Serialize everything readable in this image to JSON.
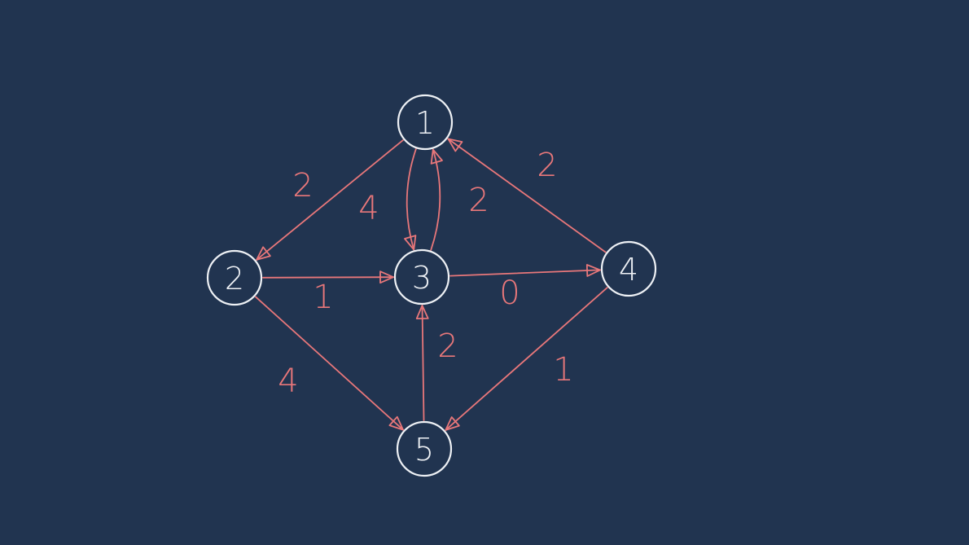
{
  "graph": {
    "colors": {
      "background": "#213450",
      "node": "#eef1f5",
      "edge": "#e8777a"
    },
    "nodes": [
      {
        "id": "1",
        "label": "1"
      },
      {
        "id": "2",
        "label": "2"
      },
      {
        "id": "3",
        "label": "3"
      },
      {
        "id": "4",
        "label": "4"
      },
      {
        "id": "5",
        "label": "5"
      }
    ],
    "edges": [
      {
        "from": "1",
        "to": "2",
        "weight": "2"
      },
      {
        "from": "1",
        "to": "3",
        "weight": "4"
      },
      {
        "from": "3",
        "to": "1",
        "weight": "2"
      },
      {
        "from": "4",
        "to": "1",
        "weight": "2"
      },
      {
        "from": "2",
        "to": "3",
        "weight": "1"
      },
      {
        "from": "3",
        "to": "4",
        "weight": "0"
      },
      {
        "from": "2",
        "to": "5",
        "weight": "4"
      },
      {
        "from": "5",
        "to": "3",
        "weight": "2"
      },
      {
        "from": "4",
        "to": "5",
        "weight": "1"
      }
    ]
  }
}
